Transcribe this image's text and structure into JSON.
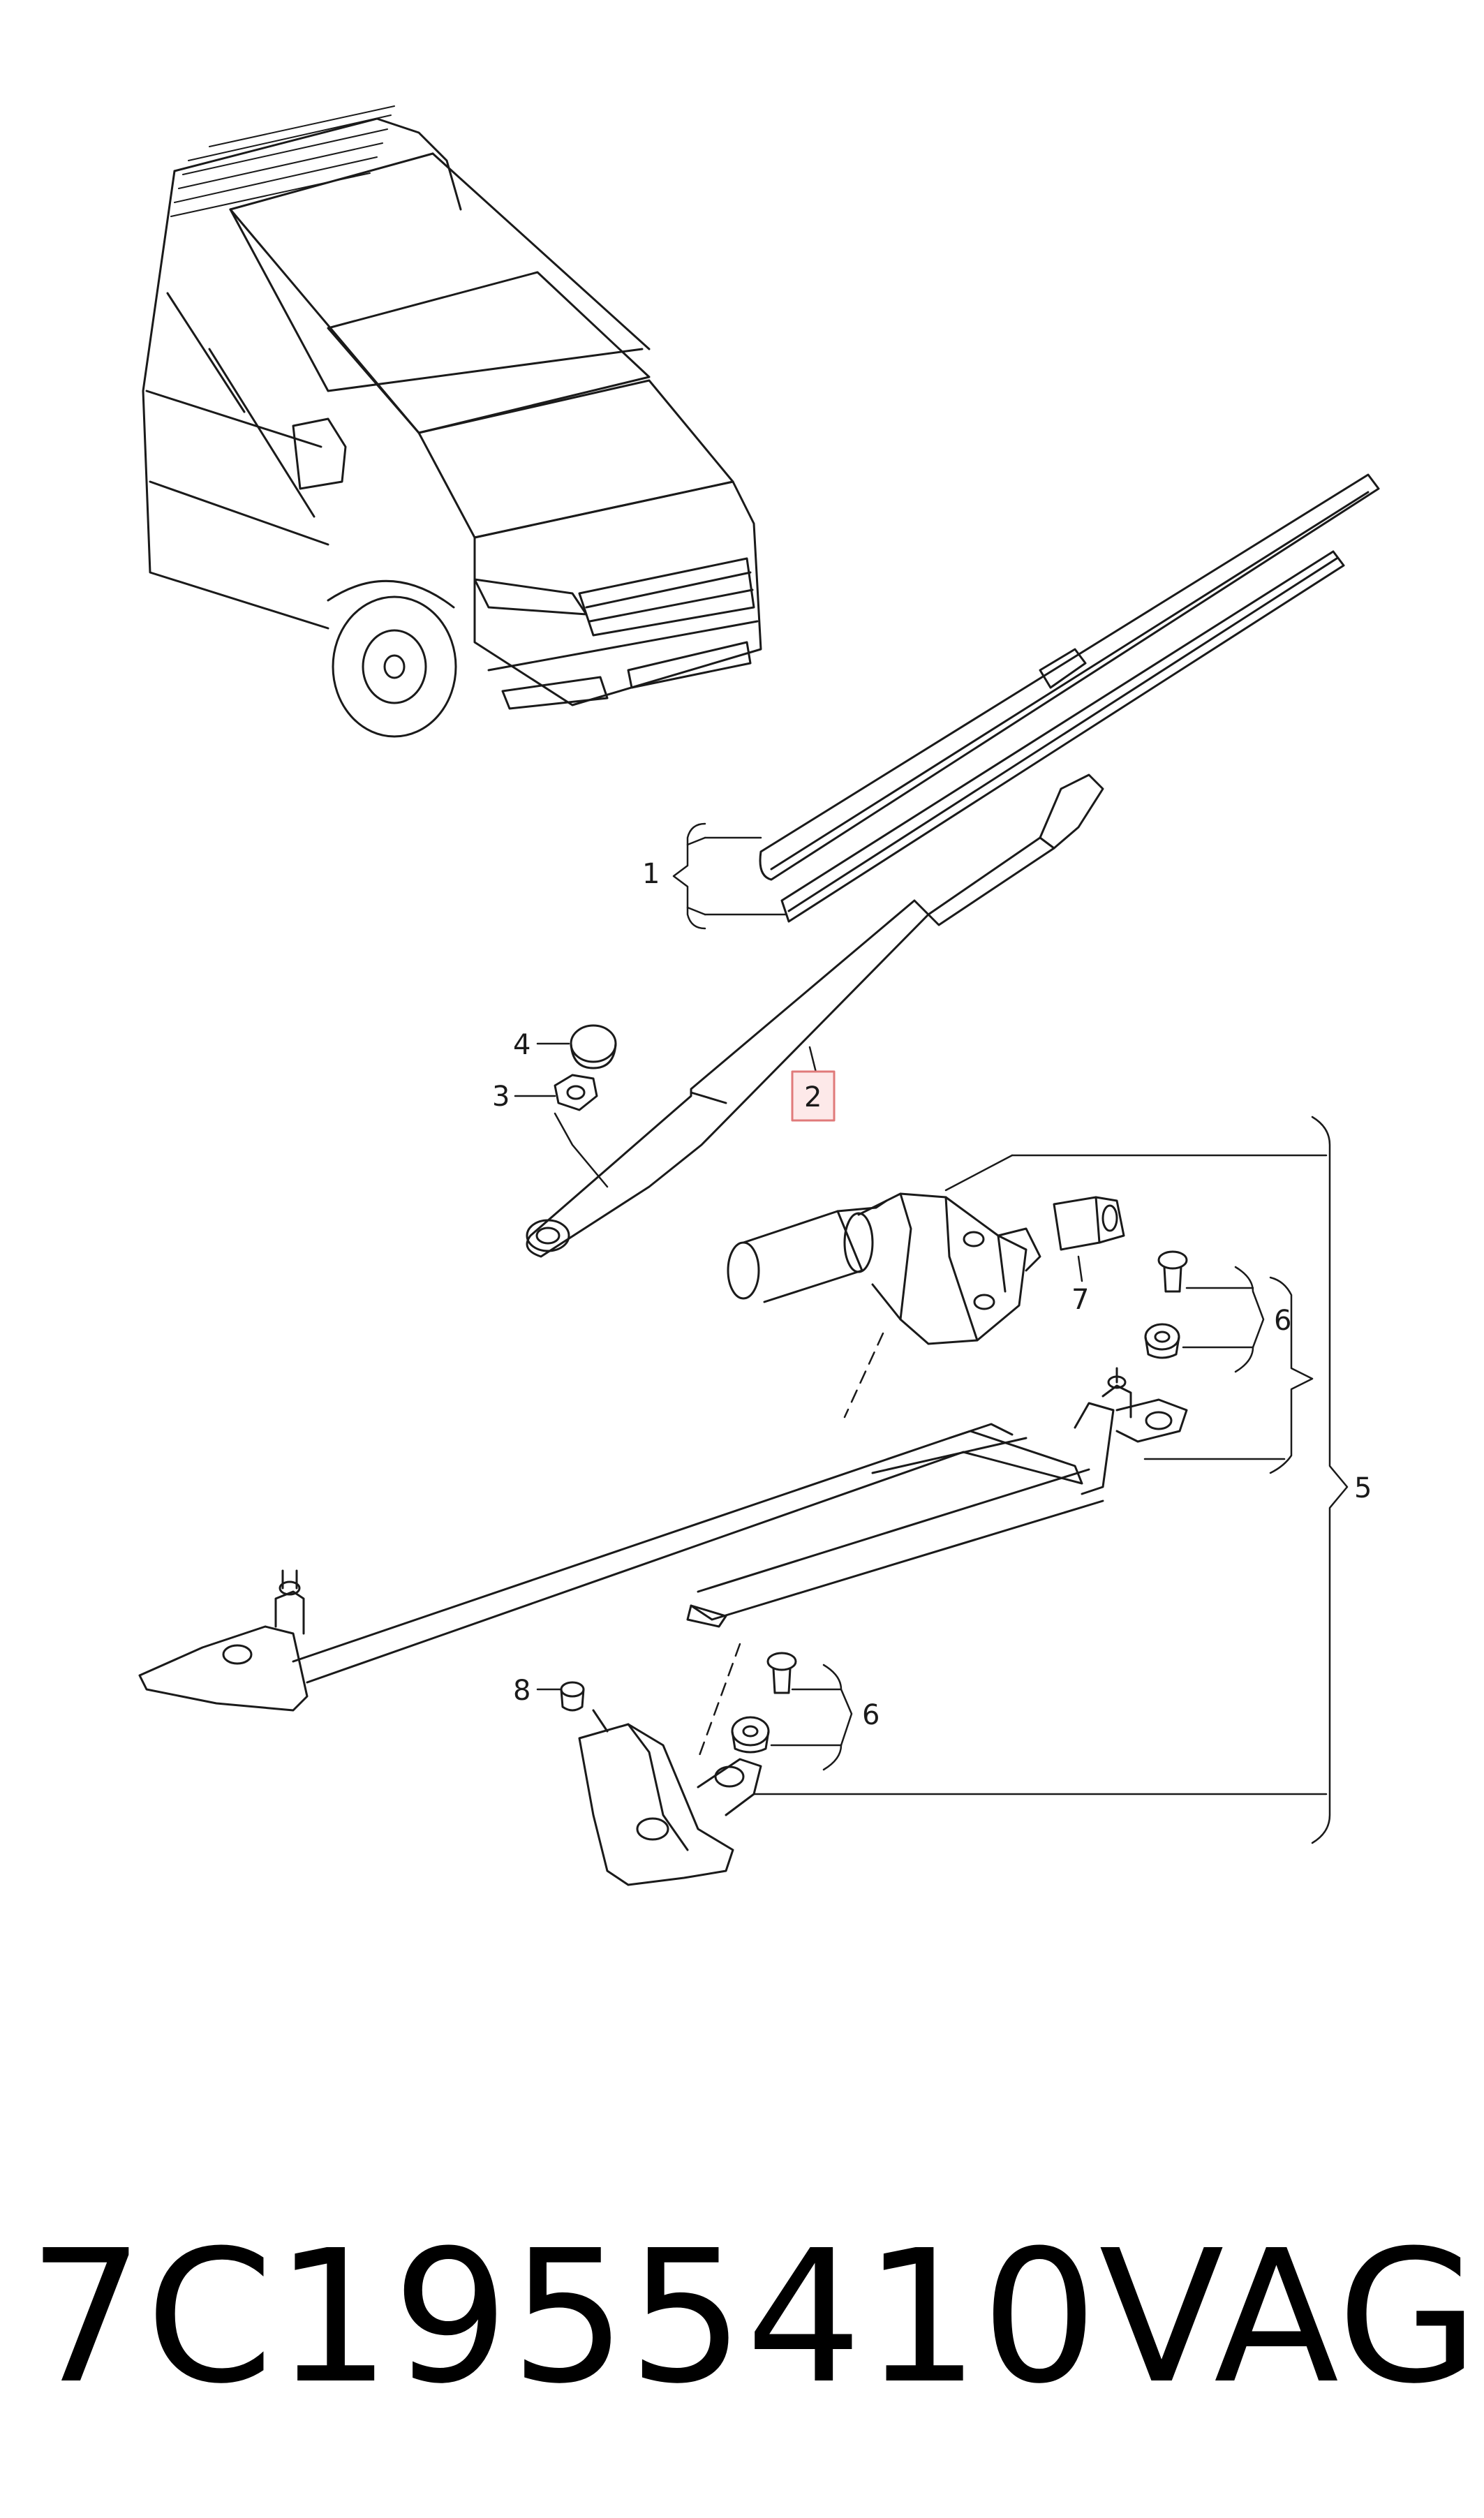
{
  "callouts": {
    "item1": "1",
    "item2": "2",
    "item3": "3",
    "item4": "4",
    "item5": "5",
    "item6_upper": "6",
    "item6_lower": "6",
    "item7": "7",
    "item8": "8"
  },
  "highlighted_item": "2",
  "colors": {
    "line": "#1a1a1a",
    "highlight_border": "#e07a7a",
    "highlight_fill": "#fde9e9",
    "background": "#ffffff"
  },
  "footer": {
    "part_number": "7C1955410",
    "brand": "VAG"
  }
}
